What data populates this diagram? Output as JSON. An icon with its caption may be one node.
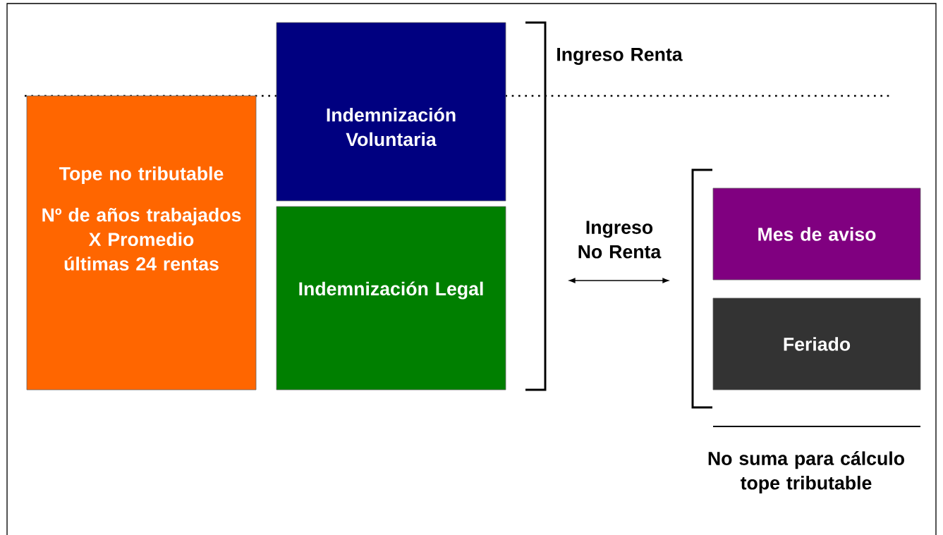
{
  "diagram": {
    "nodes": [
      {
        "text": [
          "Tope no tributable",
          "Nº de años trabajados X Promedio últimas 24 rentas"
        ]
      },
      {
        "text": [
          "Indemnización Voluntaria"
        ]
      },
      {
        "text": [
          "Indemnización Legal"
        ]
      },
      {
        "text": [
          "Mes de aviso"
        ]
      },
      {
        "text": [
          "Feriado"
        ]
      }
    ],
    "edges": [],
    "labels": [
      "Ingreso Renta",
      "Ingreso No Renta",
      "No suma para cálculo tope tributable"
    ]
  }
}
